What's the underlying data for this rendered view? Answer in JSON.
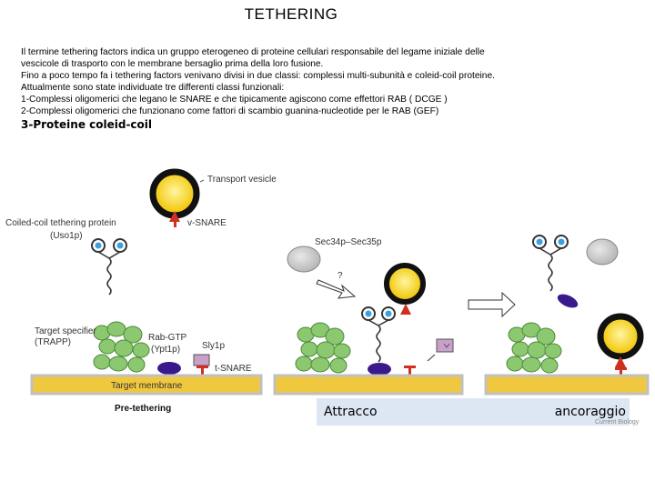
{
  "page": {
    "title": "TETHERING",
    "paragraph": [
      "Il termine tethering factors  indica un gruppo eterogeneo di proteine cellulari responsabile del legame iniziale delle",
      "vescicole di trasporto con le membrane bersaglio prima della loro fusione.",
      "Fino a poco tempo fa i tethering factors venivano divisi in due classi: complessi multi-subunità e coleid-coil proteine.",
      "Attualmente sono state individuate tre differenti classi funzionali:",
      "1-Complessi oligomerici che legano le SNARE e che tipicamente agiscono come effettori RAB ( DCGE )",
      "2-Complessi oligomerici che funzionano come fattori di scambio guanina-nucleotide per le RAB (GEF)"
    ],
    "subheading": "3-Proteine coleid-coil"
  },
  "figure": {
    "labels": {
      "transport_vesicle": "Transport vesicle",
      "coiled_coil": "Coiled-coil tethering protein",
      "uso1p": "(Uso1p)",
      "v_snare": "v-SNARE",
      "target_specifier": "Target specifier",
      "trapp": "(TRAPP)",
      "rab_gtp": "Rab-GTP",
      "ypt1p": "(Ypt1p)",
      "sly1p": "Sly1p",
      "t_snare": "t-SNARE",
      "target_membrane": "Target membrane",
      "pre_tethering": "Pre-tethering",
      "sec34p": "Sec34p–Sec35p",
      "question": "?",
      "credit": "Current Biology"
    },
    "captions": {
      "attracco": "Attracco",
      "ancoraggio": "ancoraggio"
    }
  }
}
